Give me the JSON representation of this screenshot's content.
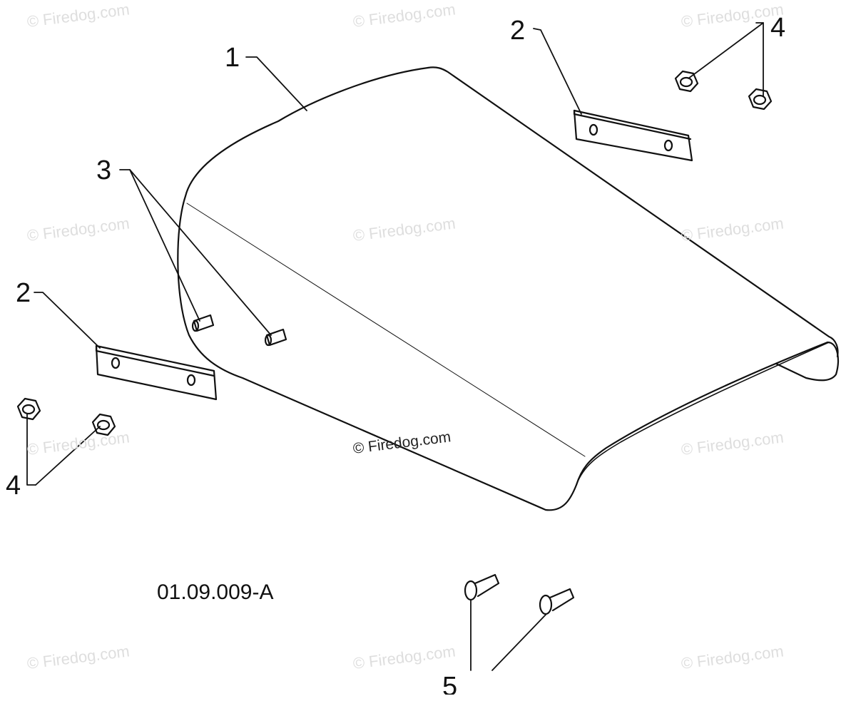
{
  "watermark": "© Firedog.com",
  "reference_code": "01.09.009-A",
  "callouts": [
    "1",
    "2",
    "2",
    "3",
    "4",
    "4",
    "5"
  ],
  "colors": {
    "line": "#111111",
    "watermark": "#dedede"
  }
}
